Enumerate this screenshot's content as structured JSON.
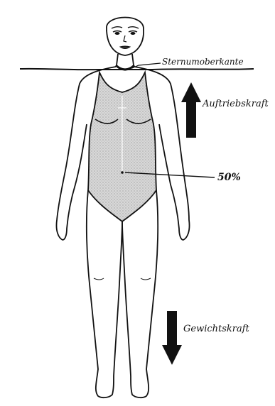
{
  "labels": {
    "sternum": "Sternumoberkante",
    "buoyancy": "Auftriebskraft",
    "percent": "50%",
    "weight": "Gewichtskraft"
  },
  "colors": {
    "ink": "#111111",
    "swimsuit_fill": "#cfcfcf",
    "paper": "#ffffff"
  },
  "arrows": {
    "buoyancy_direction": "up",
    "weight_direction": "down"
  }
}
